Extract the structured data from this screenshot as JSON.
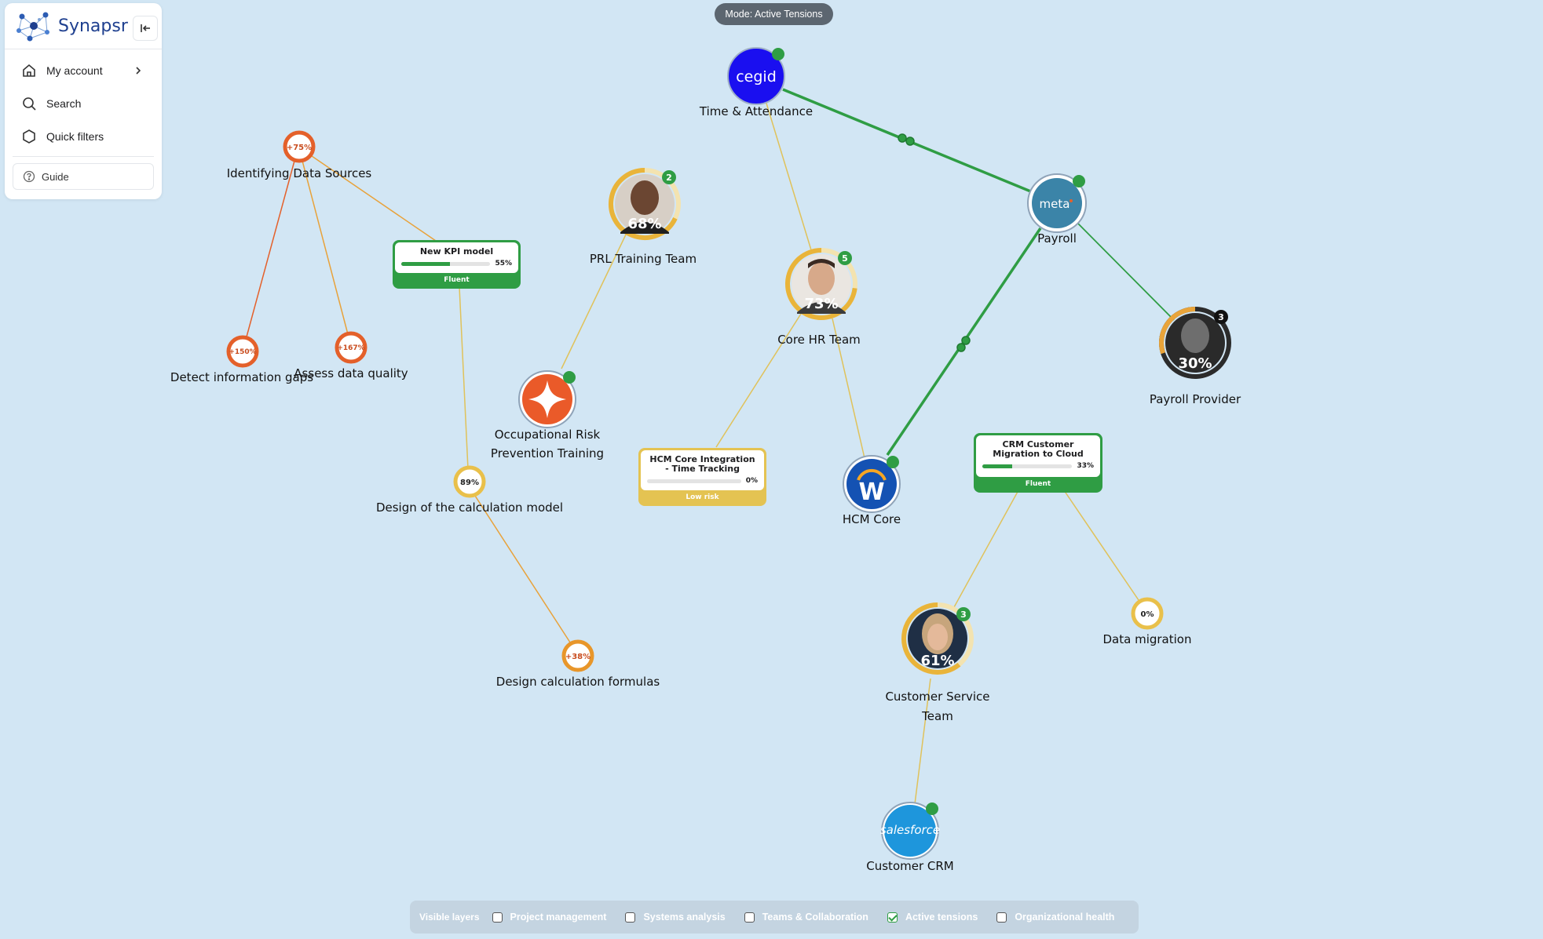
{
  "app": {
    "name": "Synapsr"
  },
  "sidebar": {
    "items": [
      {
        "label": "My account"
      },
      {
        "label": "Search"
      },
      {
        "label": "Quick filters"
      }
    ],
    "guide_label": "Guide"
  },
  "mode": {
    "label": "Mode: Active Tensions"
  },
  "colors": {
    "tension_green": "#2f9d44",
    "link_orange": "#e8a23a",
    "link_gold": "#e0c25a",
    "risk_orange": "#e4602a",
    "card_green": "#2f9d44",
    "card_gold": "#e4c352"
  },
  "nodes": {
    "cegid": {
      "label": "Time & Attendance",
      "logo_text": "cegid",
      "icon": "cegid-logo"
    },
    "meta": {
      "label": "Payroll",
      "logo_text": "meta",
      "icon": "meta4-logo"
    },
    "hcm_core": {
      "label": "HCM Core",
      "logo_text": "W",
      "icon": "workday-logo"
    },
    "salesforce": {
      "label": "Customer CRM",
      "logo_text": "salesforce",
      "icon": "salesforce-logo"
    },
    "prl_team": {
      "label": "PRL Training Team",
      "pct": "68%",
      "badge": "2",
      "progress": 0.68
    },
    "core_hr": {
      "label": "Core HR Team",
      "pct": "73%",
      "badge": "5",
      "progress": 0.73
    },
    "payroll_provider": {
      "label": "Payroll Provider",
      "pct": "30%",
      "badge": "3",
      "progress": 0.3
    },
    "cs_team": {
      "label_line1": "Customer Service",
      "label_line2": "Team",
      "pct": "61%",
      "badge": "3",
      "progress": 0.61
    },
    "occ_risk": {
      "label_line1": "Occupational Risk",
      "label_line2": "Prevention Training",
      "icon": "star-sparkle-icon"
    },
    "ids": {
      "label": "Identifying Data Sources",
      "value": "+75%"
    },
    "detect": {
      "label": "Detect information gaps",
      "value": "+150%"
    },
    "assess": {
      "label": "Assess data quality",
      "value": "+167%"
    },
    "design_model": {
      "label": "Design of the calculation model",
      "value": "89%"
    },
    "design_formulas": {
      "label": "Design calculation formulas",
      "value": "+38%"
    },
    "data_migration": {
      "label": "Data migration",
      "value": "0%"
    }
  },
  "cards": {
    "kpi": {
      "title": "New KPI model",
      "pct": "55%",
      "progress": 0.55,
      "status": "Fluent"
    },
    "hcm_tt": {
      "title": "HCM Core Integration - Time Tracking",
      "pct": "0%",
      "progress": 0,
      "status": "Low risk"
    },
    "crm": {
      "title": "CRM Customer Migration to Cloud",
      "pct": "33%",
      "progress": 0.33,
      "status": "Fluent"
    }
  },
  "layers": {
    "heading": "Visible layers",
    "items": [
      {
        "label": "Project management",
        "checked": false
      },
      {
        "label": "Systems analysis",
        "checked": false
      },
      {
        "label": "Teams & Collaboration",
        "checked": false
      },
      {
        "label": "Active tensions",
        "checked": true
      },
      {
        "label": "Organizational health",
        "checked": false
      }
    ]
  }
}
